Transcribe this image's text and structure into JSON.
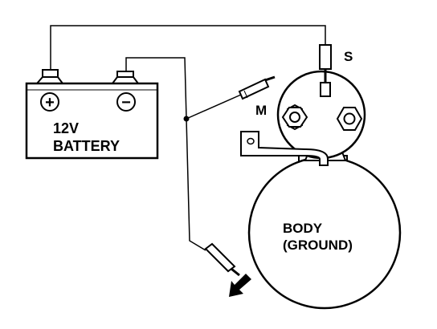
{
  "battery": {
    "line1": "12V",
    "line2": "BATTERY",
    "positive_symbol": "+",
    "negative_symbol": "−"
  },
  "starter": {
    "s_label": "S",
    "m_label": "M",
    "body_line1": "BODY",
    "body_line2": "(GROUND)"
  },
  "colors": {
    "ink": "#000000",
    "background": "#ffffff"
  }
}
